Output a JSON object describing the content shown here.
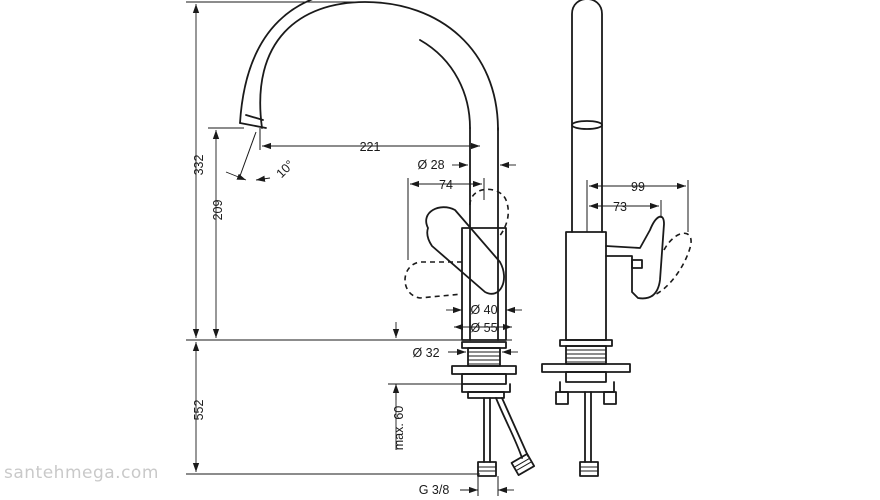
{
  "dimensions": {
    "height_total": "332",
    "height_spout": "209",
    "below_deck": "552",
    "spout_reach": "221",
    "spout_angle": "10°",
    "dia_tube": "Ø 28",
    "lever_offset": "74",
    "dia_body_upper": "Ø 40",
    "dia_base": "Ø 55",
    "dia_shank": "Ø 32",
    "max_deck": "max. 60",
    "thread": "G 3/8",
    "side_reach_outer": "99",
    "side_reach_inner": "73"
  },
  "watermark": "santehmega.com"
}
